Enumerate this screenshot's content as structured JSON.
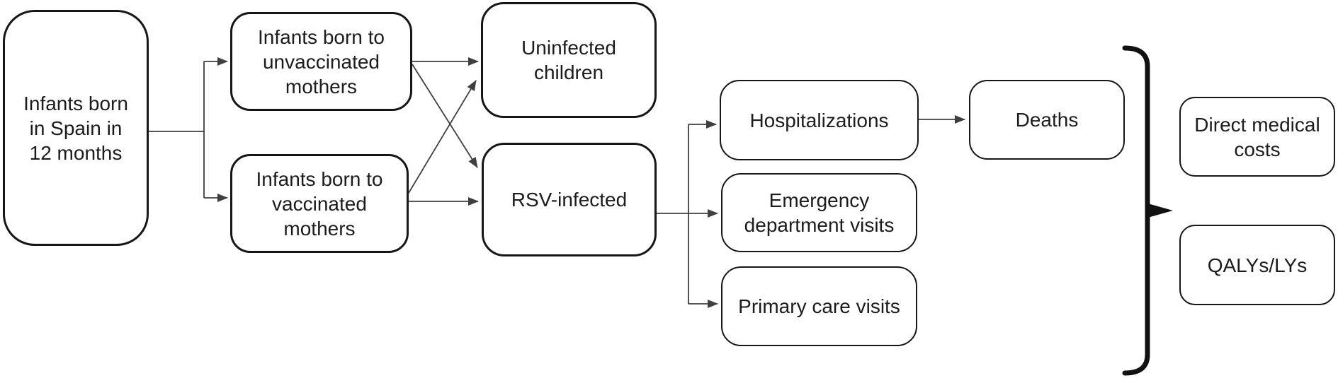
{
  "diagram": {
    "background_color": "#ffffff",
    "box_border_color": "#161616",
    "text_color": "#1c1c1c",
    "connector_color": "#3f3f3f",
    "brace_color": "#111111"
  },
  "nodes": {
    "start": {
      "label": "Infants born\nin Spain in\n12 months"
    },
    "unvaccinated": {
      "label": "Infants born to\nunvaccinated\nmothers"
    },
    "vaccinated": {
      "label": "Infants born to\nvaccinated\nmothers"
    },
    "uninfected": {
      "label": "Uninfected\nchildren"
    },
    "rsv": {
      "label": "RSV-infected"
    },
    "hospitalizations": {
      "label": "Hospitalizations"
    },
    "emergency": {
      "label": "Emergency\ndepartment visits"
    },
    "primary": {
      "label": "Primary care visits"
    },
    "deaths": {
      "label": "Deaths"
    },
    "direct_costs": {
      "label": "Direct medical\ncosts"
    },
    "qalys": {
      "label": "QALYs/LYs"
    }
  },
  "edges": [
    {
      "from": "start",
      "to": "unvaccinated"
    },
    {
      "from": "start",
      "to": "vaccinated"
    },
    {
      "from": "unvaccinated",
      "to": "uninfected"
    },
    {
      "from": "unvaccinated",
      "to": "rsv"
    },
    {
      "from": "vaccinated",
      "to": "uninfected"
    },
    {
      "from": "vaccinated",
      "to": "rsv"
    },
    {
      "from": "rsv",
      "to": "hospitalizations"
    },
    {
      "from": "rsv",
      "to": "emergency"
    },
    {
      "from": "rsv",
      "to": "primary"
    },
    {
      "from": "hospitalizations",
      "to": "deaths"
    }
  ],
  "brace": {
    "outcomes": [
      "Direct medical costs",
      "QALYs/LYs"
    ]
  }
}
